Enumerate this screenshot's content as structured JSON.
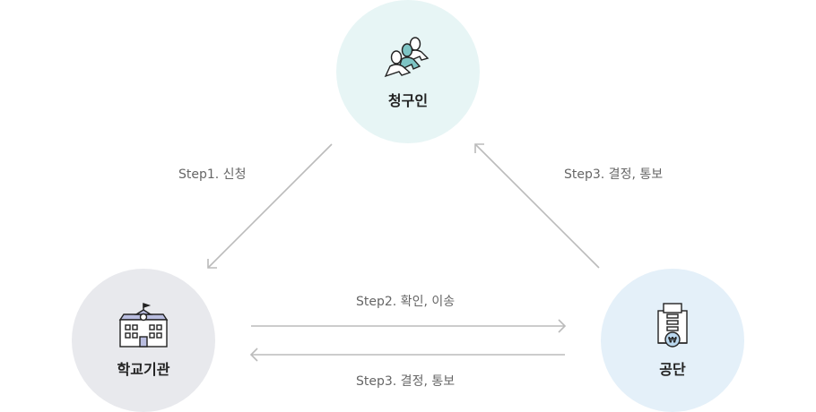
{
  "nodes": {
    "claimant": {
      "label": "청구인",
      "icon": "people-icon"
    },
    "school": {
      "label": "학교기관",
      "icon": "school-building-icon"
    },
    "agency": {
      "label": "공단",
      "icon": "won-building-icon"
    }
  },
  "steps": {
    "step1": "Step1. 신청",
    "step2": "Step2. 확인, 이송",
    "step3_right": "Step3. 결정, 통보",
    "step3_bottom": "Step3. 결정, 통보"
  },
  "colors": {
    "claimant_bg": "#e7f5f5",
    "school_bg": "#e8e9ed",
    "agency_bg": "#e4f0f9",
    "arrow": "#bbbbbb",
    "accent": "#7dc4c4"
  }
}
